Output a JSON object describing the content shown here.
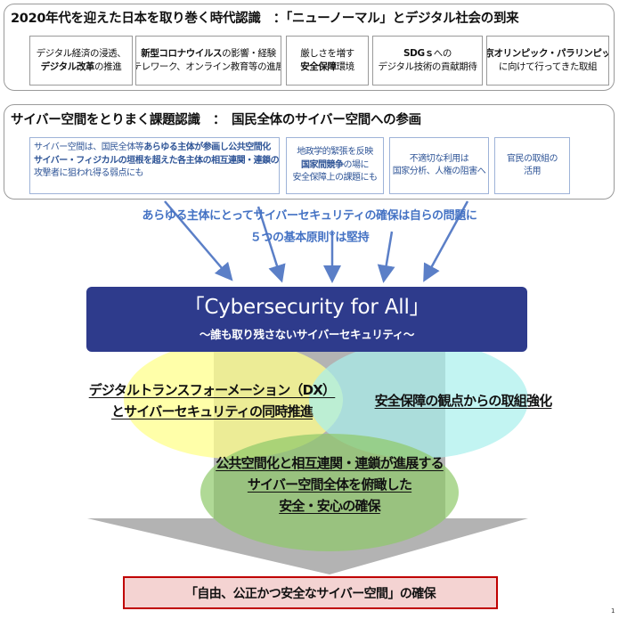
{
  "section1": {
    "heading": "2020年代を迎えた日本を取り巻く時代認識　：「ニューノーマル」とデジタル社会の到来",
    "boxes": [
      {
        "line1": "デジタル経済の浸透、",
        "line2_bold": "デジタル改革",
        "line2_rest": "の推進"
      },
      {
        "line1_bold": "新型コロナウイルス",
        "line1_rest": "の影響・経験",
        "line2": "テレワーク、オンライン教育等の進展"
      },
      {
        "line1": "厳しさを増す",
        "line2_bold": "安全保障",
        "line2_rest": "環境"
      },
      {
        "line1_bold": "SDGｓ",
        "line1_rest": "への",
        "line2": "デジタル技術の貢献期待"
      },
      {
        "line1_bold": "東京オリンピック・パラリンピック",
        "line2": "に向けて行ってきた取組"
      }
    ]
  },
  "section2": {
    "heading": "サイバー空間をとりまく課題認識　：　国民全体のサイバー空間への参画",
    "box1": {
      "line1_pre": "サイバー空間は、国民全体等",
      "line1_bold": "あらゆる主体が参画し公共空間化",
      "line2_bold": "サイバー・フィジカルの垣根を超えた各主体の相互連関・連鎖の深化",
      "line3": "攻撃者に狙われ得る弱点にも"
    },
    "box2": {
      "line1": "地政学的緊張を反映",
      "line2_bold": "国家間競争",
      "line2_rest": "の場に",
      "line3": "安全保障上の課題にも"
    },
    "box3": {
      "line1": "不適切な利用は",
      "line2": "国家分析、人権の阻害へ"
    },
    "box4": {
      "line1": "官民の取組の",
      "line2": "活用"
    }
  },
  "principle": {
    "line1": "あらゆる主体にとってサイバーセキュリティの確保は自らの問題に",
    "line2_pre": "５つの基本原則",
    "line2_sup": "※",
    "line2_post": "は堅持"
  },
  "banner": {
    "title": "「Cybersecurity for All」",
    "subtitle": "～誰も取り残さないサイバーセキュリティ～"
  },
  "venn": {
    "left_line1": "デジタルトランスフォーメーション（DX）",
    "left_line2": "とサイバーセキュリティの同時推進",
    "right": "安全保障の観点からの取組強化",
    "bottom_line1": "公共空間化と相互連関・連鎖が進展する",
    "bottom_line2": "サイバー空間全体を俯瞰した",
    "bottom_line3": "安全・安心の確保"
  },
  "final": "「自由、公正かつ安全なサイバー空間」の確保",
  "page_number": "1",
  "colors": {
    "banner": "#2e3b8c",
    "principle_text": "#4472c4",
    "section2_text": "#2f5597",
    "yellow_circle": "#ffff8c",
    "cyan_circle": "#a8f0ec",
    "green_circle": "#8fc96a",
    "final_fill": "#f4d3d2",
    "final_border": "#c00000"
  }
}
